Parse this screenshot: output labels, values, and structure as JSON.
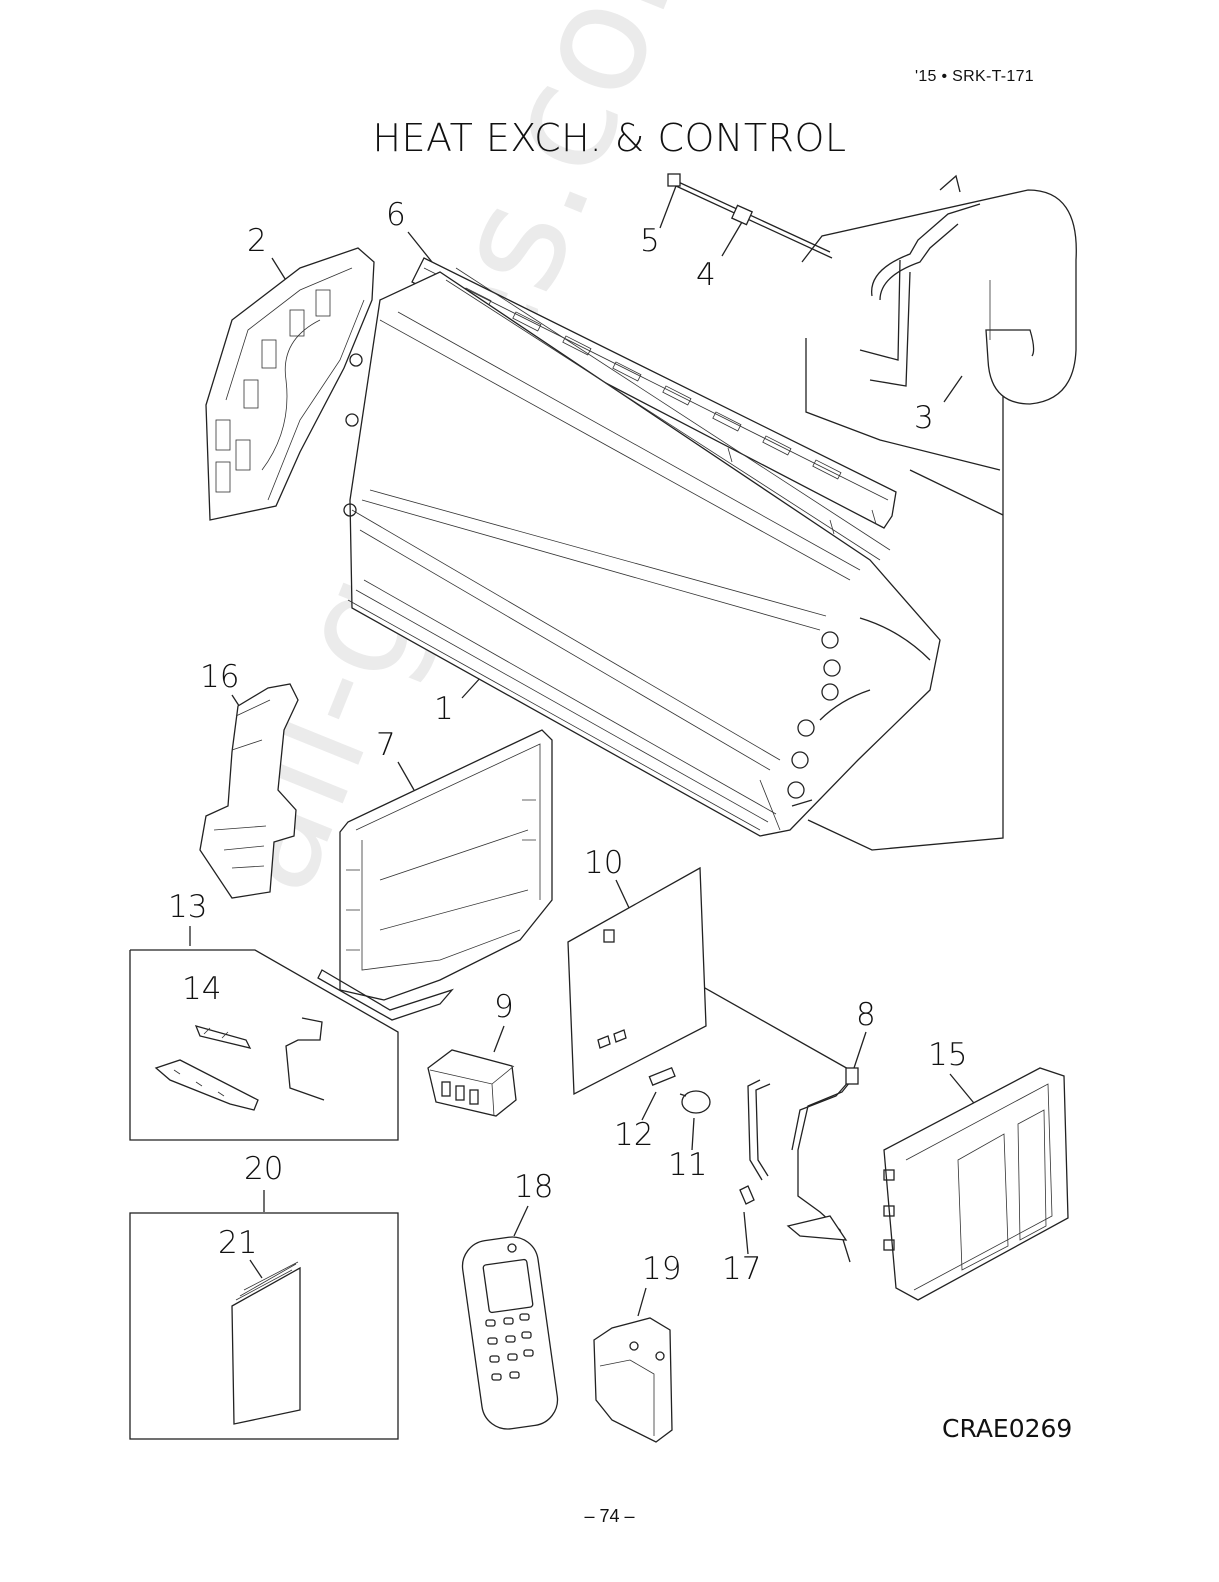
{
  "header": {
    "doc_ref": "'15 • SRK-T-171"
  },
  "title": "HEAT EXCH. & CONTROL",
  "drawing_code": "CRAE0269",
  "page_number": "– 74 –",
  "callouts": [
    "1",
    "2",
    "3",
    "4",
    "5",
    "6",
    "7",
    "8",
    "9",
    "10",
    "11",
    "12",
    "13",
    "14",
    "15",
    "16",
    "17",
    "18",
    "19",
    "20",
    "21"
  ],
  "watermark": "all-guides.com"
}
